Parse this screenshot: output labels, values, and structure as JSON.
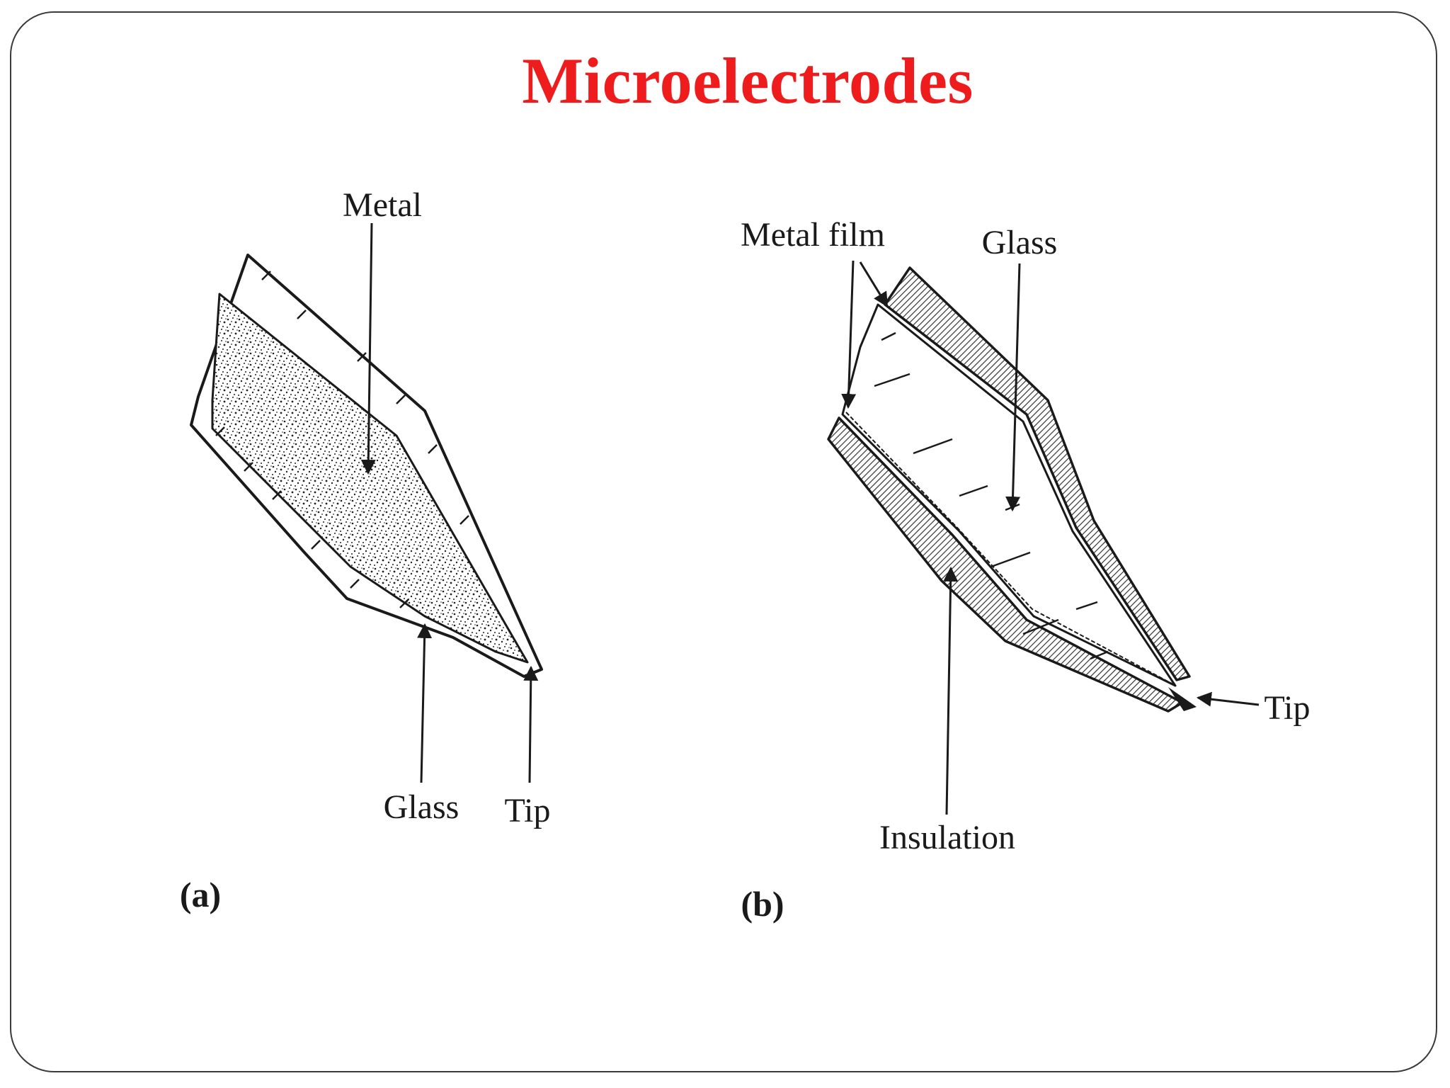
{
  "slide": {
    "title": "Microelectrodes",
    "colors": {
      "title": "#ee1c1c",
      "line": "#1a1a1a",
      "border": "#3a3a3a"
    }
  },
  "figure_a": {
    "caption": "(a)",
    "labels": {
      "metal": "Metal",
      "glass": "Glass",
      "tip": "Tip"
    }
  },
  "figure_b": {
    "caption": "(b)",
    "labels": {
      "metal_film": "Metal film",
      "glass": "Glass",
      "tip": "Tip",
      "insulation": "Insulation"
    }
  }
}
